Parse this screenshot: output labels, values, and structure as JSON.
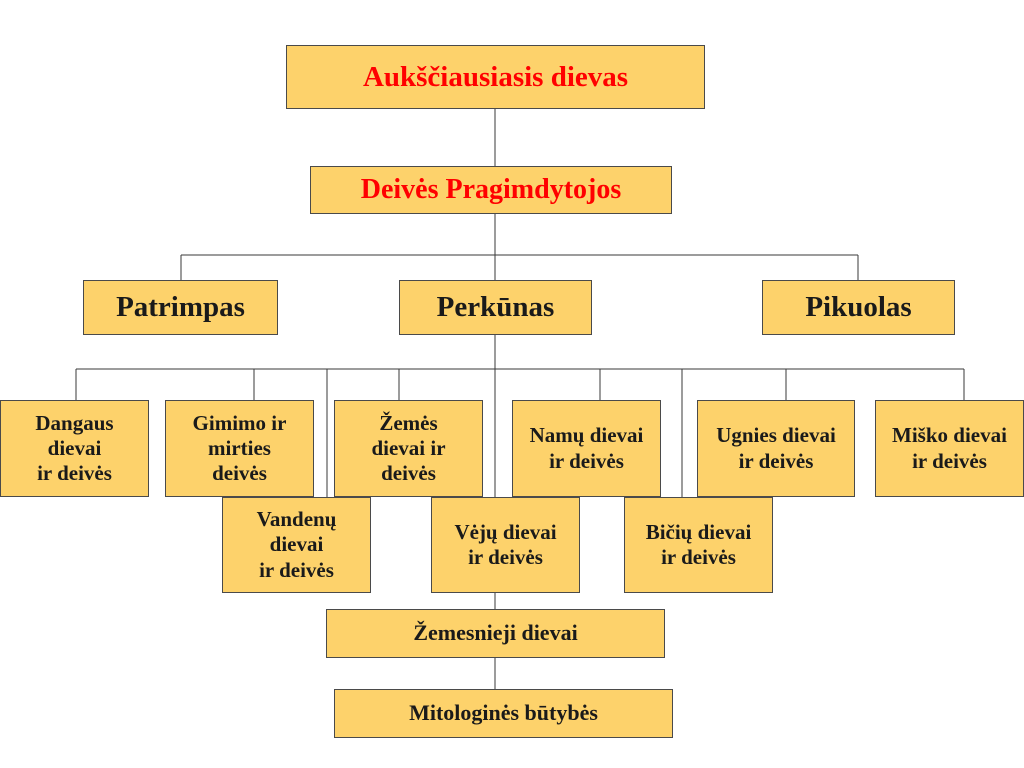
{
  "colors": {
    "box_fill": "#fdd26b",
    "box_border": "#4a4a4a",
    "title_text": "#ff0000",
    "text": "#1a1a1a",
    "line": "#3a3a3a"
  },
  "nodes": {
    "supreme": "Aukščiausiasis dievas",
    "goddesses": "Deivės Pragimdytojos",
    "patrimpas": "Patrimpas",
    "perkunas": "Perkūnas",
    "pikuolas": "Pikuolas",
    "dangaus": "Dangaus\ndievai\nir deivės",
    "gimimo": "Gimimo ir\nmirties\n deivės",
    "zemes": "Žemės\ndievai ir\ndeivės",
    "namu": "Namų dievai\nir deivės",
    "ugnies": "Ugnies dievai\nir deivės",
    "misko": "Miško dievai\nir deivės",
    "vandenu": "Vandenų\ndievai\n ir deivės",
    "veju": "Vėjų dievai\nir deivės",
    "biciu": "Bičių dievai\nir deivės",
    "zemesnieji": "Žemesnieji dievai",
    "mitologines": "Mitologinės būtybės"
  }
}
